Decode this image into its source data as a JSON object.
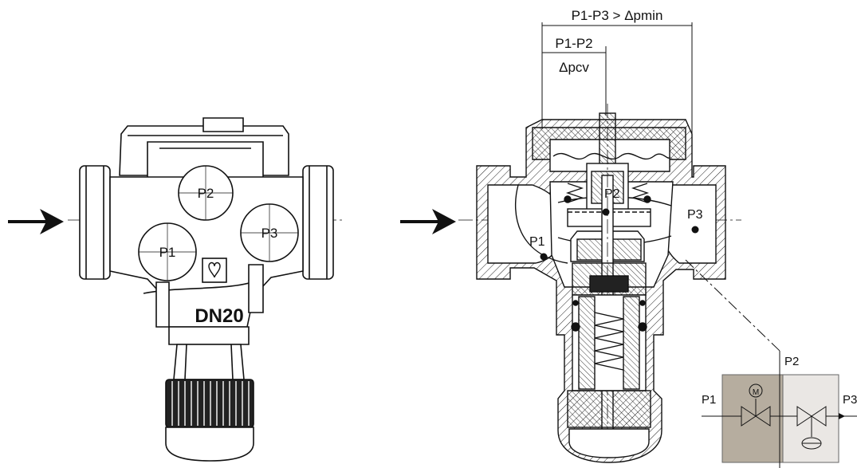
{
  "left_valve": {
    "port_p1": "P1",
    "port_p2": "P2",
    "port_p3": "P3",
    "size_label": "DN20"
  },
  "right_valve": {
    "dim_outer": "P1-P3 > Δpmin",
    "dim_inner": "P1-P2",
    "dim_inner_sub": "Δpcv",
    "point_p1": "P1",
    "point_p2": "P2",
    "point_p3": "P3"
  },
  "schematic": {
    "p1": "P1",
    "p2": "P2",
    "p3": "P3",
    "motor_symbol": "M"
  },
  "colors": {
    "line": "#111111",
    "schematic_left_fill": "#b6ad9f",
    "schematic_right_fill": "#eae7e4"
  }
}
